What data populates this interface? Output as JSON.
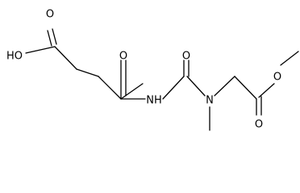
{
  "molecule": {
    "atoms": [
      {
        "id": "O_acid_carbonyl",
        "label": "O"
      },
      {
        "id": "OH_acid",
        "label": "HO"
      },
      {
        "id": "O_ketone",
        "label": "O"
      },
      {
        "id": "NH_imide",
        "label": "NH"
      },
      {
        "id": "O_urea",
        "label": "O"
      },
      {
        "id": "N_methyl",
        "label": "N"
      },
      {
        "id": "O_ester_carbonyl",
        "label": "O"
      },
      {
        "id": "O_ester",
        "label": "O"
      }
    ]
  },
  "colors": {
    "bond": "#000000",
    "label": "#000000",
    "background": "#ffffff"
  }
}
